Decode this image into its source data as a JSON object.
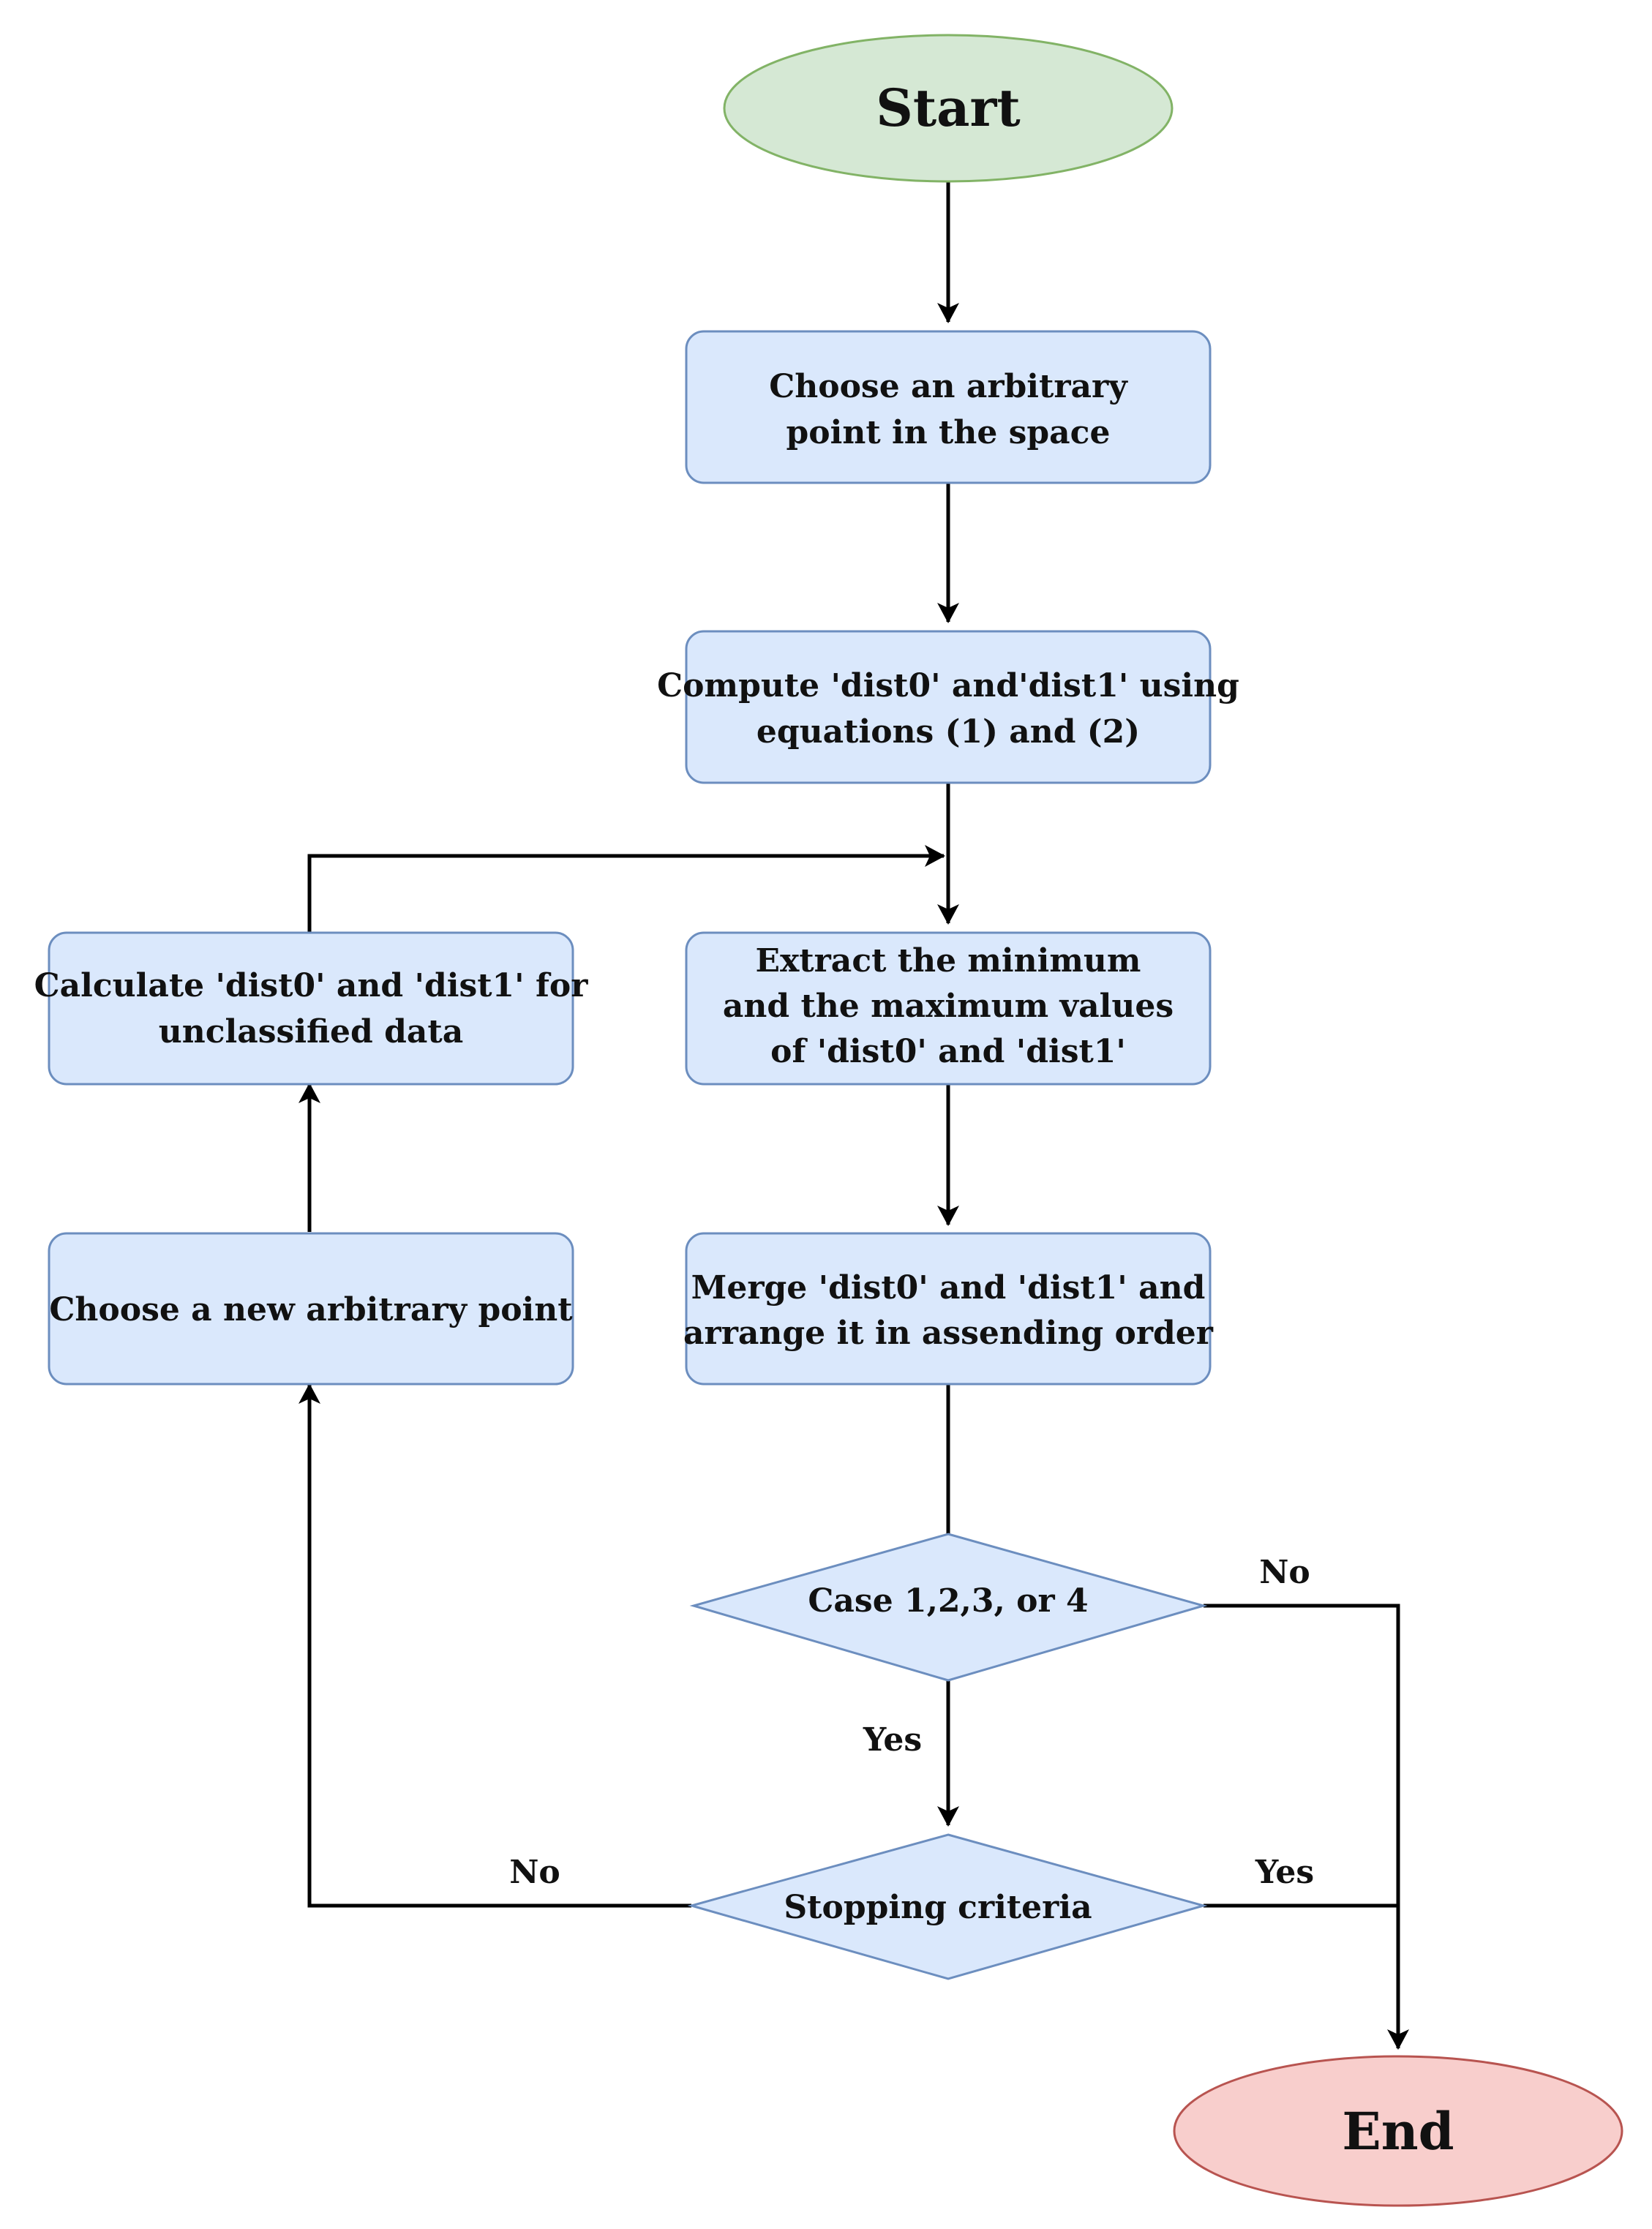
{
  "colors": {
    "start_fill": "#d5e8d4",
    "start_stroke": "#82b366",
    "end_fill": "#f8cecc",
    "end_stroke": "#b85450",
    "process_fill": "#dae8fc",
    "process_stroke": "#6c8ebf",
    "line": "#000000"
  },
  "nodes": {
    "start": {
      "label": "Start"
    },
    "choose_point": {
      "lines": [
        "Choose an arbitrary",
        "point in the space"
      ]
    },
    "compute_dist": {
      "lines": [
        "Compute 'dist0' and'dist1' using",
        "equations (1) and (2)"
      ]
    },
    "extract_minmax": {
      "lines": [
        "Extract the minimum",
        "and the maximum values",
        "of 'dist0' and 'dist1'"
      ]
    },
    "merge_sort": {
      "lines": [
        "Merge 'dist0' and 'dist1' and",
        "arrange it in assending order"
      ]
    },
    "case_check": {
      "label": "Case 1,2,3, or 4"
    },
    "stopping": {
      "label": "Stopping criteria"
    },
    "new_point": {
      "label": "Choose a new arbitrary point"
    },
    "calc_unclassified": {
      "lines": [
        "Calculate 'dist0' and 'dist1' for",
        "unclassified data"
      ]
    },
    "end": {
      "label": "End"
    }
  },
  "edge_labels": {
    "case_no": "No",
    "case_yes": "Yes",
    "stop_no": "No",
    "stop_yes": "Yes"
  }
}
